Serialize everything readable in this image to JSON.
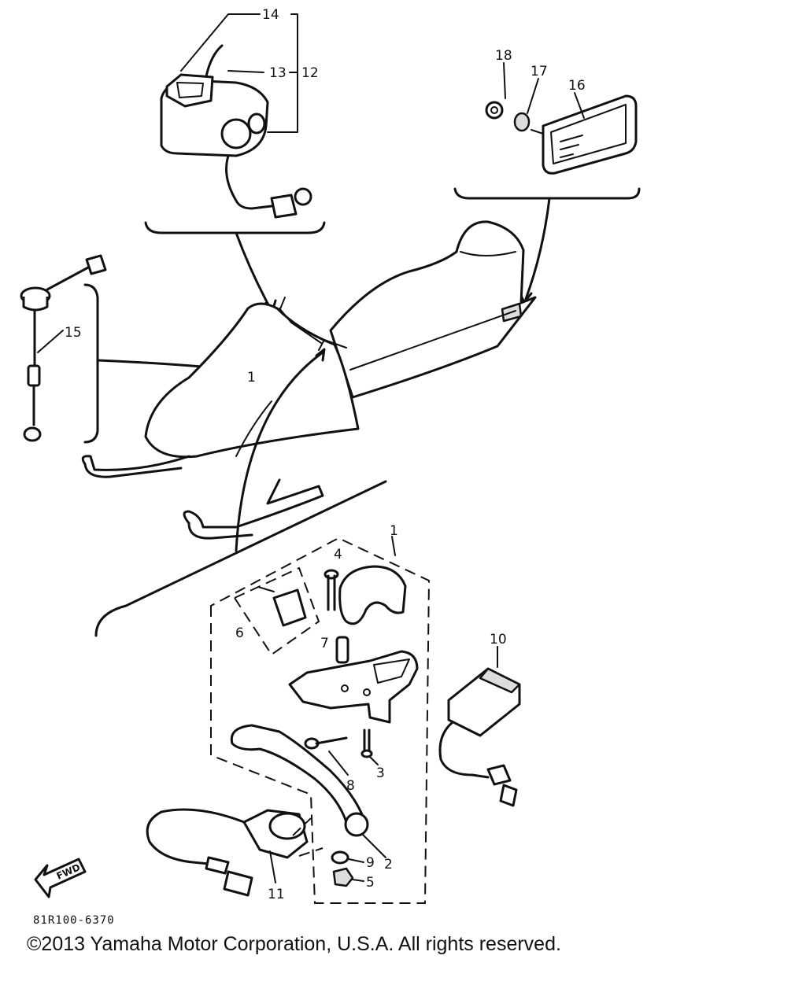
{
  "callouts": {
    "c1": "1",
    "c2": "2",
    "c3": "3",
    "c4": "4",
    "c5": "5",
    "c6": "6",
    "c7": "7",
    "c8": "8",
    "c9": "9",
    "c10": "10",
    "c11": "11",
    "c12": "12",
    "c13": "13",
    "c14": "14",
    "c15": "15",
    "c16": "16",
    "c17": "17",
    "c18": "18",
    "snowmobile_ref": "1"
  },
  "fwd_label": "FWD",
  "diagram_code": "81R100-6370",
  "copyright": "©2013 Yamaha Motor Corporation, U.S.A. All rights reserved."
}
